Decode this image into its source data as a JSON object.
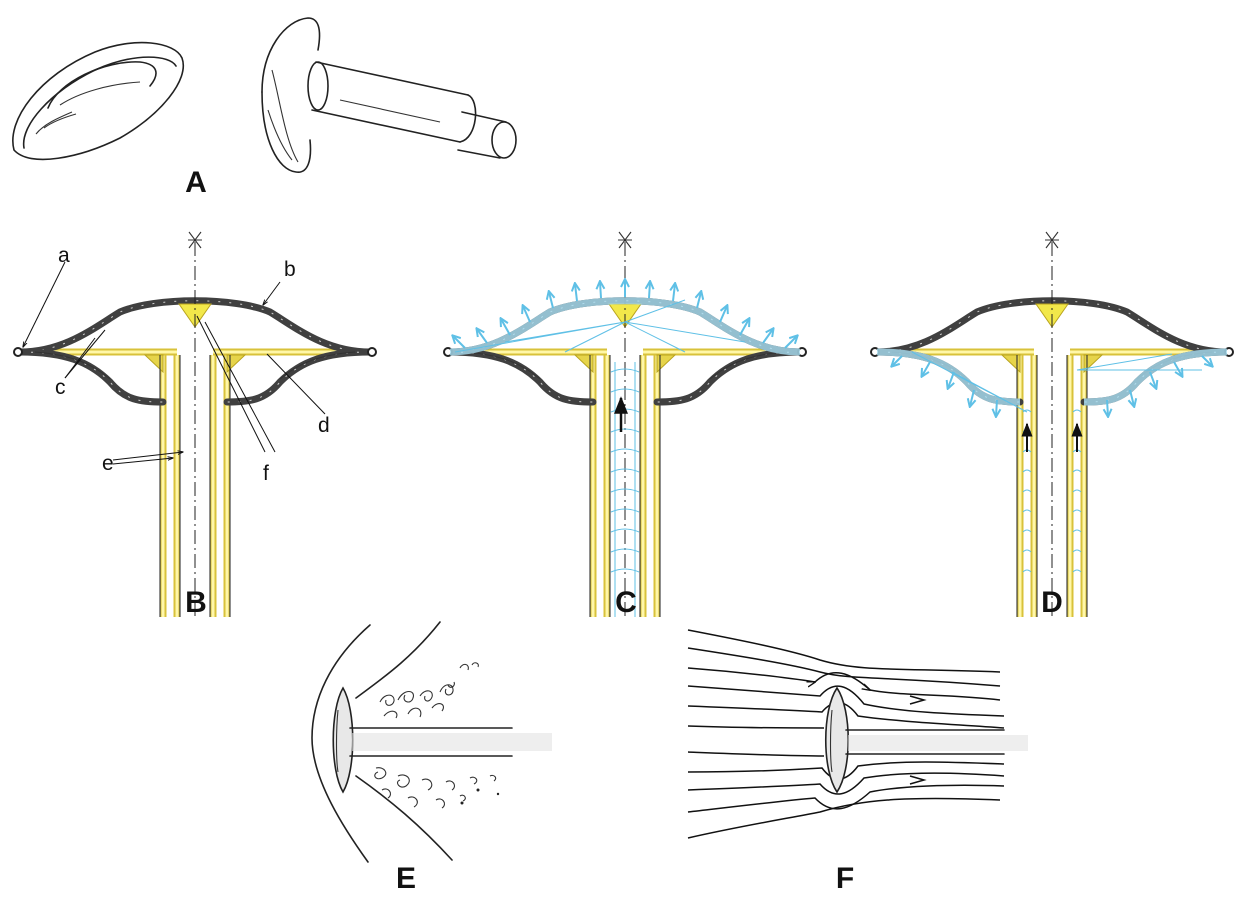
{
  "figure": {
    "panels": [
      {
        "id": "A",
        "label": "A"
      },
      {
        "id": "B",
        "label": "B"
      },
      {
        "id": "C",
        "label": "C"
      },
      {
        "id": "D",
        "label": "D"
      },
      {
        "id": "E",
        "label": "E"
      },
      {
        "id": "F",
        "label": "F"
      }
    ],
    "part_labels": {
      "a": "a",
      "b": "b",
      "c": "c",
      "d": "d",
      "e": "e",
      "f": "f"
    },
    "colors": {
      "shell": "#404040",
      "frame_yellow": "#d8c23a",
      "wedge_yellow": "#f2e84a",
      "flow_blue": "#5fc0e6"
    }
  }
}
